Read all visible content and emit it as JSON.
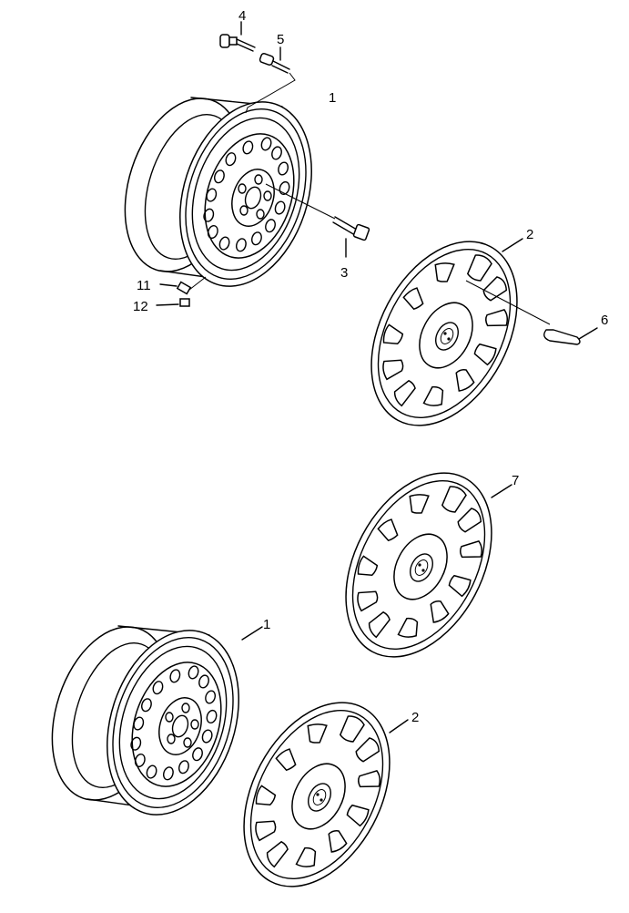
{
  "diagram": {
    "callouts": {
      "rim_top": "1",
      "hubcap_top": "2",
      "wheel_bolt": "3",
      "valve_stem": "4",
      "valve_insert": "5",
      "hook_tool": "6",
      "hubcap_alt": "7",
      "balance_weight_a": "11",
      "balance_weight_b": "12",
      "rim_bottom": "1",
      "hubcap_bottom": "2"
    }
  }
}
